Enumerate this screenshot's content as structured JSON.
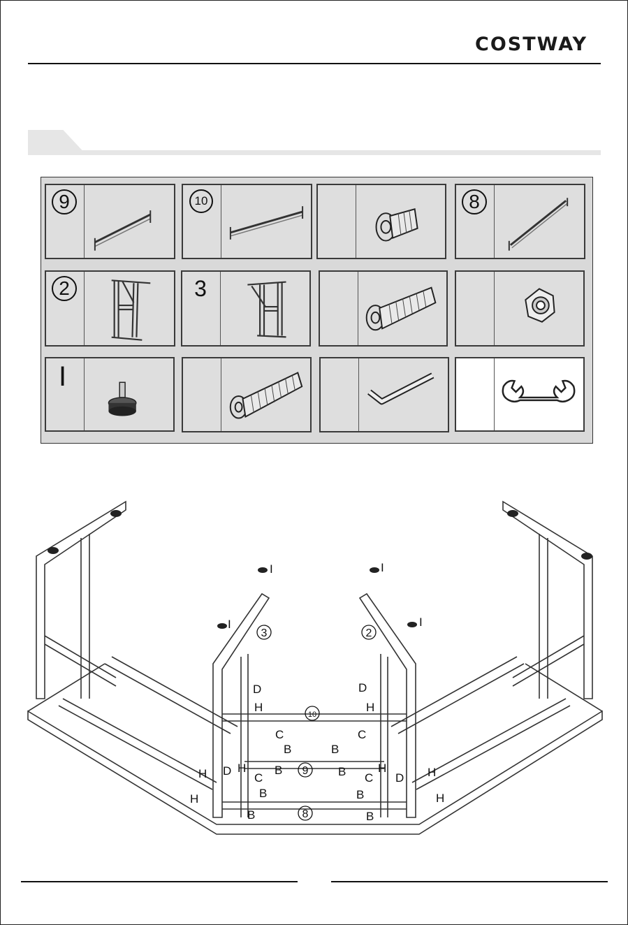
{
  "header": {
    "brand": "COSTWAY"
  },
  "parts": [
    {
      "id": "9",
      "icon": "short-brace-icon"
    },
    {
      "id": "10",
      "icon": "medium-brace-icon"
    },
    {
      "id": "",
      "icon": "short-bolt-icon"
    },
    {
      "id": "8",
      "icon": "long-brace-icon"
    },
    {
      "id": "2",
      "icon": "leg-frame-icon"
    },
    {
      "id": "3",
      "icon": "leg-frame-icon"
    },
    {
      "id": "",
      "icon": "medium-bolt-icon"
    },
    {
      "id": "",
      "icon": "nut-icon"
    },
    {
      "id": "I",
      "icon": "leveling-foot-icon"
    },
    {
      "id": "",
      "icon": "long-bolt-icon"
    },
    {
      "id": "",
      "icon": "allen-key-icon"
    },
    {
      "id": "",
      "icon": "wrench-icon"
    }
  ],
  "diagram": {
    "frame_labels": {
      "left": "3",
      "right": "2",
      "front": "8",
      "middle": "9",
      "top": "10"
    },
    "hardware_labels": {
      "foot": "I",
      "d": "D",
      "h": "H",
      "c": "C",
      "b": "B"
    }
  }
}
